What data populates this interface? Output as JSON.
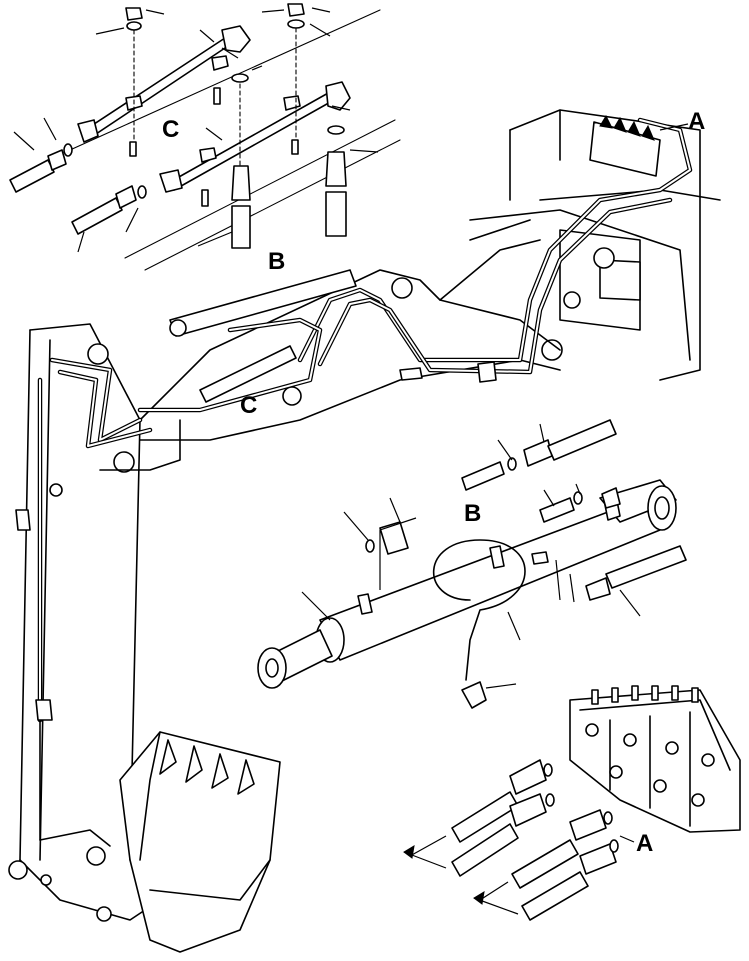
{
  "callouts": {
    "a_top": "A",
    "a_bottom": "A",
    "b_top": "B",
    "b_middle": "B",
    "c_top": "C",
    "c_middle": "C"
  },
  "colors": {
    "ink": "#000000",
    "paper": "#ffffff"
  }
}
